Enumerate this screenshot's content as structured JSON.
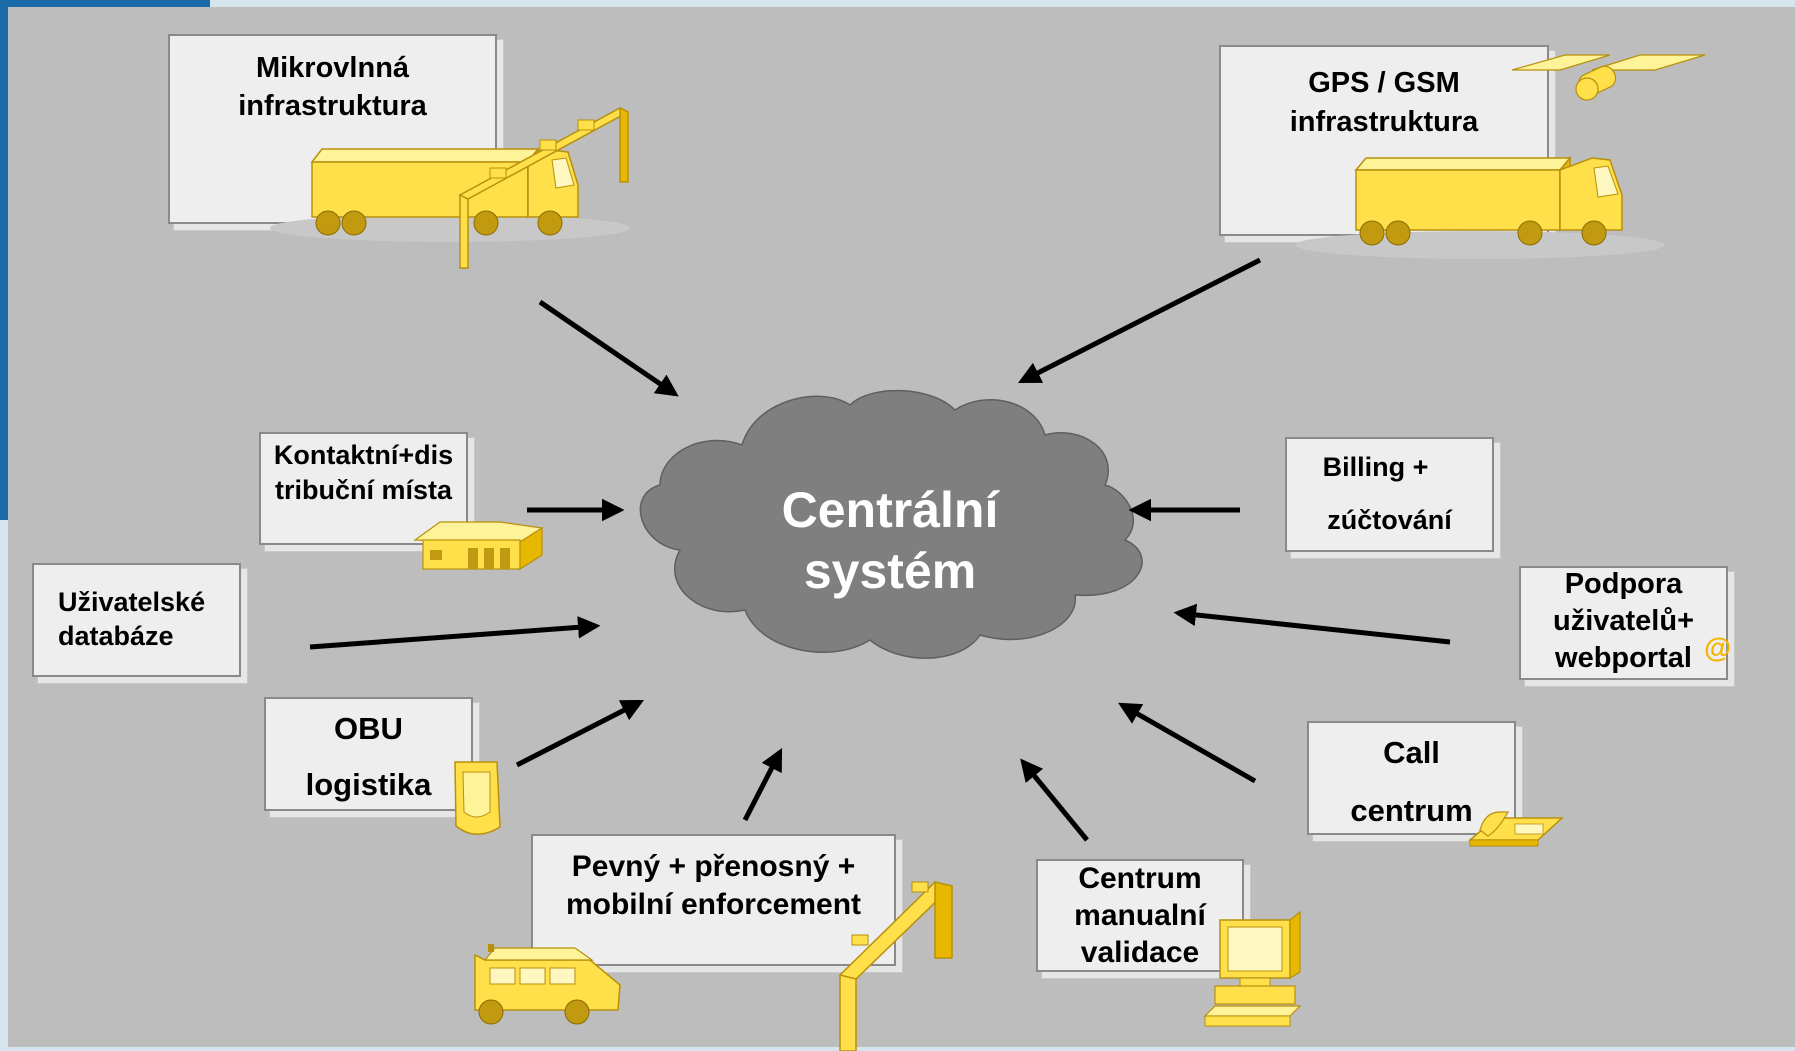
{
  "center": {
    "line1": "Centrální",
    "line2": "systém"
  },
  "nodes": {
    "microwave": {
      "line1": "Mikrovlnná",
      "line2": "infrastruktura"
    },
    "gps": {
      "line1": "GPS / GSM",
      "line2": "infrastruktura"
    },
    "contact": {
      "line1": "Kontaktní+dis",
      "line2": "tribuční místa"
    },
    "userdb": {
      "line1": "Uživatelské",
      "line2": "databáze"
    },
    "obu": {
      "line1": "OBU",
      "line2": "logistika"
    },
    "enforcement": {
      "line1": "Pevný + přenosný +",
      "line2": "mobilní enforcement"
    },
    "validation": {
      "line1": "Centrum",
      "line2": "manualní",
      "line3": "validace",
      "glyph": ""
    },
    "billing": {
      "line1": "Billing +",
      "line2": "zúčtování"
    },
    "support": {
      "line1": "Podpora",
      "line2": "uživatelů+",
      "line3": "webportal",
      "at_symbol": "@"
    },
    "callcenter": {
      "line1": "Call",
      "line2": "centrum"
    }
  },
  "colors": {
    "background": "#bdbdbd",
    "cloud": "#7f7f7f",
    "icon_fill": "#ffe04a",
    "icon_shade": "#e6b800",
    "arrow": "#000000"
  },
  "icons": [
    "truck-icon",
    "gantry-icon",
    "satellite-icon",
    "building-icon",
    "obu-device-icon",
    "van-icon",
    "computer-icon",
    "telephone-icon",
    "at-icon"
  ]
}
